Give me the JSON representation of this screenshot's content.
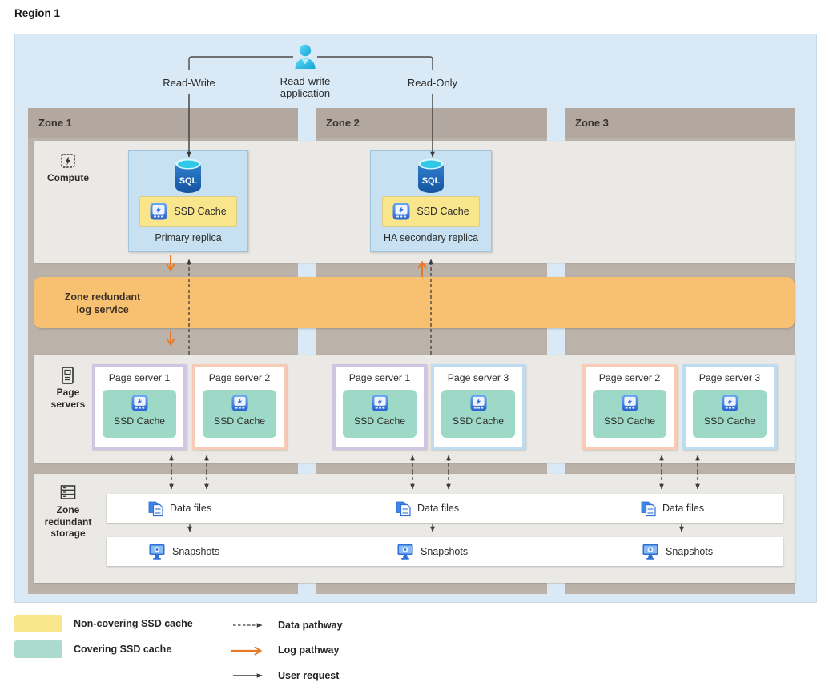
{
  "region": {
    "label": "Region 1"
  },
  "application": {
    "name_line1": "Read-write",
    "name_line2": "application",
    "read_write_label": "Read-Write",
    "read_only_label": "Read-Only"
  },
  "zones": [
    {
      "label": "Zone 1"
    },
    {
      "label": "Zone 2"
    },
    {
      "label": "Zone 3"
    }
  ],
  "compute": {
    "label": "Compute",
    "sql_icon_label": "SQL",
    "primary_replica": {
      "title": "Primary replica",
      "cache_label": "SSD Cache"
    },
    "ha_secondary_replica": {
      "title": "HA secondary replica",
      "cache_label": "SSD Cache"
    }
  },
  "log_service": {
    "label_line1": "Zone redundant",
    "label_line2": "log service"
  },
  "page_servers": {
    "label_line1": "Page",
    "label_line2": "servers",
    "boxes": [
      {
        "zone": "Zone 1",
        "title": "Page server 1",
        "cache_label": "SSD Cache",
        "border": "purple"
      },
      {
        "zone": "Zone 1",
        "title": "Page server 2",
        "cache_label": "SSD Cache",
        "border": "pink"
      },
      {
        "zone": "Zone 2",
        "title": "Page server 1",
        "cache_label": "SSD Cache",
        "border": "purple"
      },
      {
        "zone": "Zone 2",
        "title": "Page server 3",
        "cache_label": "SSD Cache",
        "border": "blue"
      },
      {
        "zone": "Zone 3",
        "title": "Page server 2",
        "cache_label": "SSD Cache",
        "border": "pink"
      },
      {
        "zone": "Zone 3",
        "title": "Page server 3",
        "cache_label": "SSD Cache",
        "border": "blue"
      }
    ]
  },
  "storage": {
    "label_line1": "Zone",
    "label_line2": "redundant",
    "label_line3": "storage",
    "data_files_label": "Data files",
    "snapshots_label": "Snapshots"
  },
  "legend": {
    "non_covering": "Non-covering SSD cache",
    "covering": "Covering SSD cache",
    "data_pathway": "Data pathway",
    "log_pathway": "Log pathway",
    "user_request": "User request"
  },
  "colors": {
    "region_bg": "#d9eaf6",
    "zone_tan": "#bbb2a9",
    "zone_header_tan": "#b2a8a0",
    "band_gray": "#ebe9e5",
    "log_orange": "#f8c172",
    "replica_blue": "#c7e1f2",
    "cache_yellow": "#f9e58c",
    "cache_teal": "#9ed8c6",
    "legend_teal": "#aadbcd",
    "border_purple": "#cfc6e3",
    "border_pink": "#f8cab8",
    "border_blue": "#bddcf2",
    "arrow_orange": "#e87824",
    "arrow_dark": "#3e3c39",
    "user_icon_cyan": "#2bbde4",
    "sql_icon_blue": "#1a5fae"
  }
}
